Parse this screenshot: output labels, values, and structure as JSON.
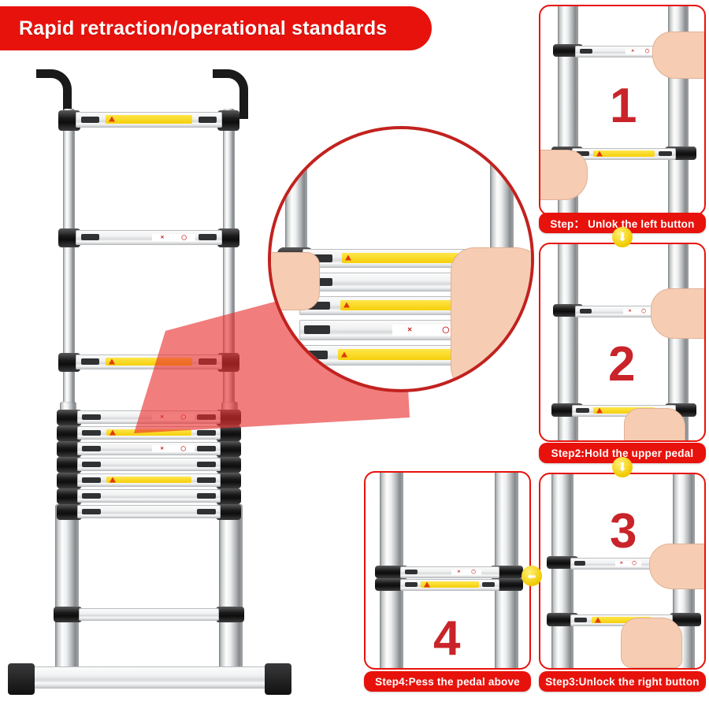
{
  "header": {
    "title": "Rapid retraction/operational standards",
    "banner_color": "#e8120c"
  },
  "product": {
    "name": "telescoping-aluminium-ladder",
    "hook_count": 2,
    "expanded_rungs": 3,
    "collapsed_rungs": 7,
    "base_rungs": 2
  },
  "magnifier": {
    "name": "detail-magnifier",
    "label": "",
    "lock_indicators": {
      "unlocked": "✕",
      "locked": "◯"
    }
  },
  "steps": [
    {
      "number": "1",
      "caption": "Step： Unlok the left button",
      "panel_name": "step-panel-1"
    },
    {
      "number": "2",
      "caption": "Step2:Hold the upper pedal",
      "panel_name": "step-panel-2"
    },
    {
      "number": "3",
      "caption": "Step3:Unlock the right button",
      "panel_name": "step-panel-3"
    },
    {
      "number": "4",
      "caption": "Step4:Pess the pedal above",
      "panel_name": "step-panel-4"
    }
  ],
  "connectors": [
    {
      "name": "arrow-down-1-to-2",
      "glyph": "⬇",
      "color": "#f2cc05"
    },
    {
      "name": "arrow-down-2-to-3",
      "glyph": "⬇",
      "color": "#f2cc05"
    },
    {
      "name": "arrow-left-3-to-4",
      "glyph": "⬅",
      "color": "#f2cc05"
    }
  ],
  "colors": {
    "red": "#e8120c",
    "number_red": "#c9242a",
    "yellow": "#f2cc05",
    "aluminium": "#d6d8da",
    "black": "#1a1a1a"
  }
}
